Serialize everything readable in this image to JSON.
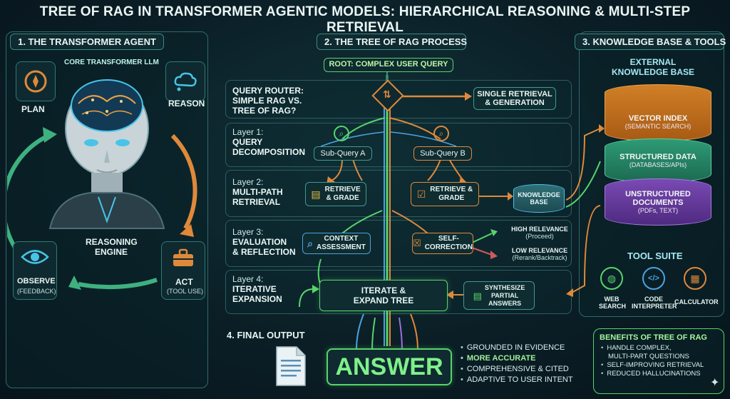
{
  "title": "TREE OF RAG IN TRANSFORMER AGENTIC MODELS: HIERARCHICAL REASONING & MULTI-STEP RETRIEVAL",
  "left": {
    "heading": "1. THE TRANSFORMER AGENT",
    "core_label": "CORE TRANSFORMER LLM",
    "plan": "PLAN",
    "reason": "REASON",
    "engine_line1": "REASONING",
    "engine_line2": "ENGINE",
    "observe": "OBSERVE",
    "observe_sub": "(FEEDBACK)",
    "act": "ACT",
    "act_sub": "(TOOL USE)"
  },
  "middle": {
    "heading": "2. THE TREE OF RAG PROCESS",
    "root": "ROOT: COMPLEX USER QUERY",
    "router_line1": "QUERY ROUTER:",
    "router_line2": "SIMPLE RAG VS.",
    "router_line3": "TREE OF RAG?",
    "single_line1": "SINGLE RETRIEVAL",
    "single_line2": "& GENERATION",
    "layer1_num": "Layer 1:",
    "layer1_line1": "QUERY",
    "layer1_line2": "DECOMPOSITION",
    "subquery_a": "Sub-Query A",
    "subquery_b": "Sub-Query B",
    "layer2_num": "Layer 2:",
    "layer2_line1": "MULTI-PATH",
    "layer2_line2": "RETRIEVAL",
    "retrieve_a_line1": "RETRIEVE",
    "retrieve_a_line2": "& GRADE",
    "retrieve_b_line1": "RETRIEVE &",
    "retrieve_b_line2": "GRADE",
    "kb_line1": "KNOWLEDGE",
    "kb_line2": "BASE",
    "layer3_num": "Layer 3:",
    "layer3_line1": "EVALUATION",
    "layer3_line2": "& REFLECTION",
    "context_line1": "CONTEXT",
    "context_line2": "ASSESSMENT",
    "selfcorr_line1": "SELF-",
    "selfcorr_line2": "CORRECTION",
    "high_rel": "HIGH RELEVANCE",
    "high_rel_sub": "(Proceed)",
    "low_rel": "LOW RELEVANCE",
    "low_rel_sub": "(Rerank/Backtrack)",
    "layer4_num": "Layer 4:",
    "layer4_line1": "ITERATIVE",
    "layer4_line2": "EXPANSION",
    "iterate_line1": "ITERATE &",
    "iterate_line2": "EXPAND TREE",
    "synth_line1": "SYNTHESIZE",
    "synth_line2": "PARTIAL",
    "synth_line3": "ANSWERS"
  },
  "right": {
    "heading": "3. KNOWLEDGE BASE & TOOLS",
    "ekb_line1": "EXTERNAL",
    "ekb_line2": "KNOWLEDGE BASE",
    "vector": "VECTOR INDEX",
    "vector_sub": "(SEMANTIC SEARCH)",
    "structured": "STRUCTURED DATA",
    "structured_sub": "(DATABASES/APIs)",
    "unstructured_line1": "UNSTRUCTURED",
    "unstructured_line2": "DOCUMENTS",
    "unstructured_sub": "(PDFs, TEXT)",
    "tool_suite": "TOOL SUITE",
    "web_line1": "WEB",
    "web_line2": "SEARCH",
    "code_line1": "CODE",
    "code_line2": "INTERPRETER",
    "calculator": "CALCULATOR"
  },
  "bottom": {
    "heading": "4. FINAL OUTPUT",
    "answer": "ANSWER",
    "bullets": [
      "GROUNDED IN EVIDENCE",
      "MORE ACCURATE",
      "COMPREHENSIVE & CITED",
      "ADAPTIVE TO USER INTENT"
    ],
    "benefits_title": "BENEFITS OF TREE OF RAG",
    "benefit1_line1": "HANDLE COMPLEX,",
    "benefit1_line2": "MULTI-PART QUESTIONS",
    "benefit2": "SELF-IMPROVING RETRIEVAL",
    "benefit3": "REDUCED HALLUCINATIONS"
  },
  "colors": {
    "teal": "#3a8a83",
    "green": "#58d46a",
    "orange": "#e0893a",
    "blue": "#4aa3e0",
    "cyl_vector": "#c2701f",
    "cyl_structured": "#2e8a6a",
    "cyl_unstructured": "#6b3fa0"
  }
}
